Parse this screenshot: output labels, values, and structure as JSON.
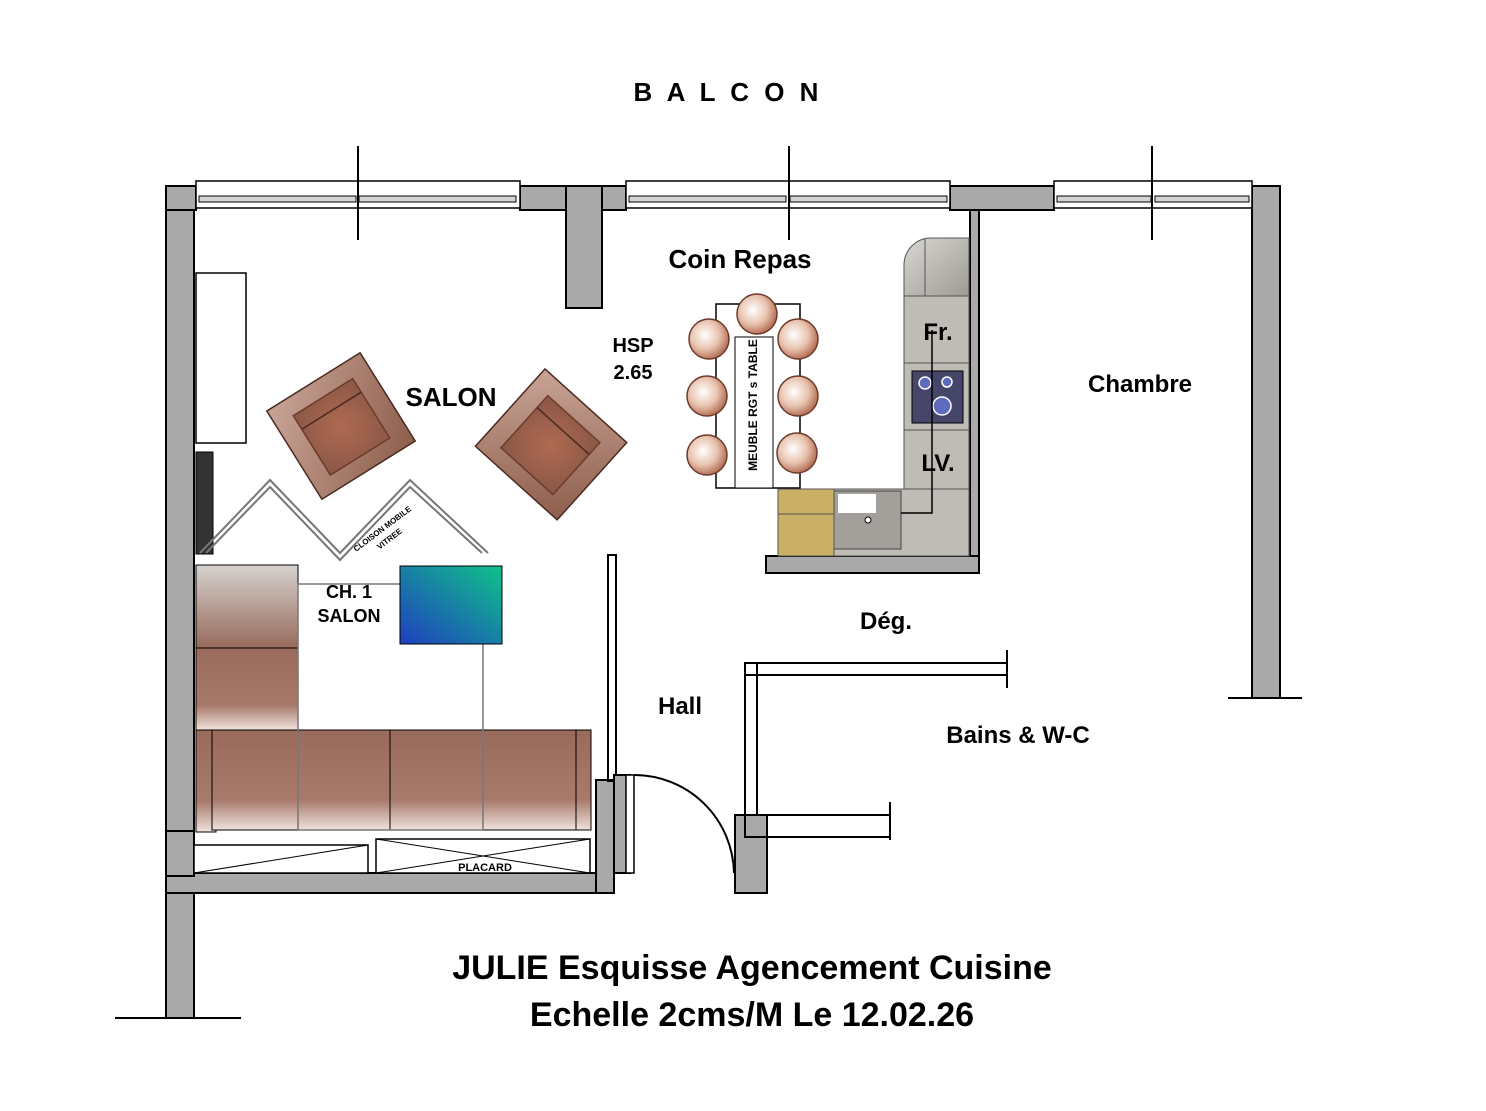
{
  "plan": {
    "balcony_label": "B A L C O N",
    "rooms": {
      "coin_repas": "Coin Repas",
      "salon": "SALON",
      "chambre": "Chambre",
      "ch1_salon_line1": "CH. 1",
      "ch1_salon_line2": "SALON",
      "deg": "Dég.",
      "hall": "Hall",
      "bains": "Bains & W-C"
    },
    "hsp": {
      "line1": "HSP",
      "line2": "2.65",
      "color": "#e00000"
    },
    "furniture": {
      "meuble": "MEUBLE RGT s TABLE",
      "cloison_line1": "CLOISON MOBILE",
      "cloison_line2": "VITREE",
      "placard": "PLACARD",
      "fridge": "Fr.",
      "dishwasher": "LV."
    },
    "title": {
      "line1": "JULIE Esquisse Agencement Cuisine",
      "line2": "Echelle 2cms/M Le 12.02.26",
      "color": "#5a5a5a"
    },
    "colors": {
      "wall": "#a9a9a9",
      "furniture_brown": "#9b6a5a",
      "kitchen_grey": "#bfbcb6",
      "bed_gradient_start": "#1f4fbf",
      "bed_gradient_end": "#12b88f",
      "worktop_gold": "#c9b064"
    }
  }
}
